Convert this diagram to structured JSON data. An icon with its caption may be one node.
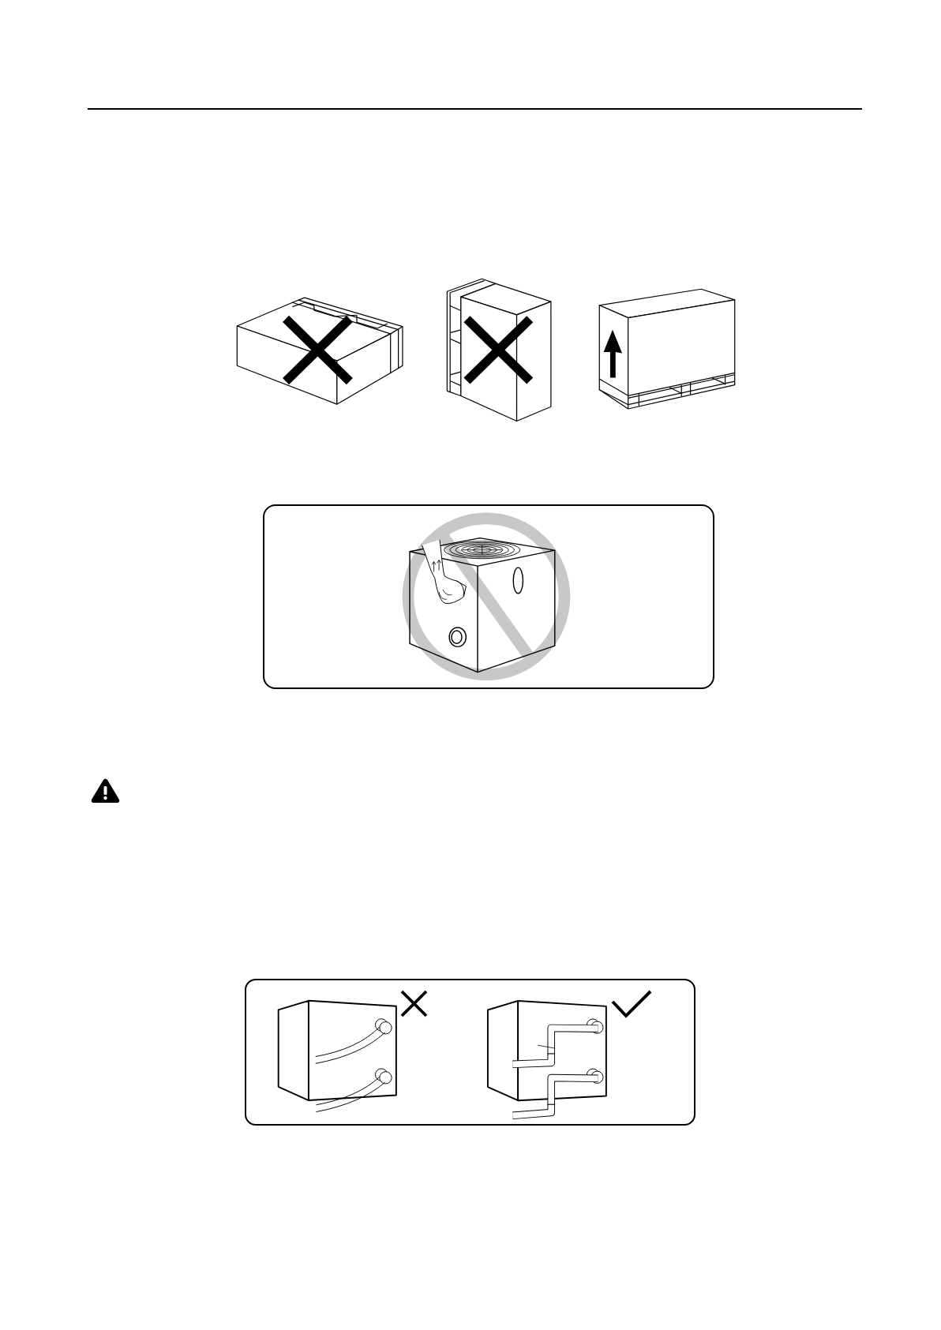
{
  "diagram": {
    "nodes": [
      {
        "text": [],
        "shape": "picture"
      },
      {
        "text": [],
        "shape": "picture"
      },
      {
        "text": [],
        "shape": "picture"
      },
      {
        "text": [],
        "shape": "box"
      },
      {
        "text": [],
        "shape": "picture",
        "in": 3
      },
      {
        "text": [],
        "shape": "box"
      },
      {
        "text": [],
        "shape": "picture",
        "in": 5
      },
      {
        "text": [],
        "shape": "picture",
        "in": 5
      }
    ]
  }
}
